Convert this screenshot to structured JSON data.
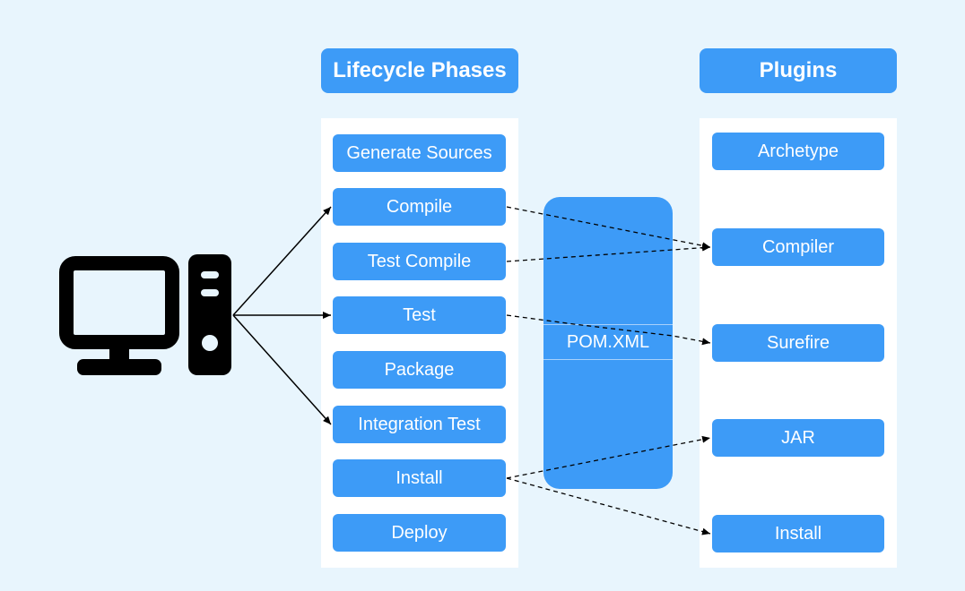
{
  "headers": {
    "lifecycle": "Lifecycle Phases",
    "plugins": "Plugins"
  },
  "phases": [
    "Generate Sources",
    "Compile",
    "Test Compile",
    "Test",
    "Package",
    "Integration Test",
    "Install",
    "Deploy"
  ],
  "plugins": [
    "Archetype",
    "Compiler",
    "Surefire",
    "JAR",
    "Install"
  ],
  "pom": {
    "label": "POM.XML"
  },
  "icons": {
    "user": "desktop-computer-icon"
  },
  "colors": {
    "accent": "#3d9bf7",
    "background": "#e8f5fd",
    "icon": "#000000"
  }
}
